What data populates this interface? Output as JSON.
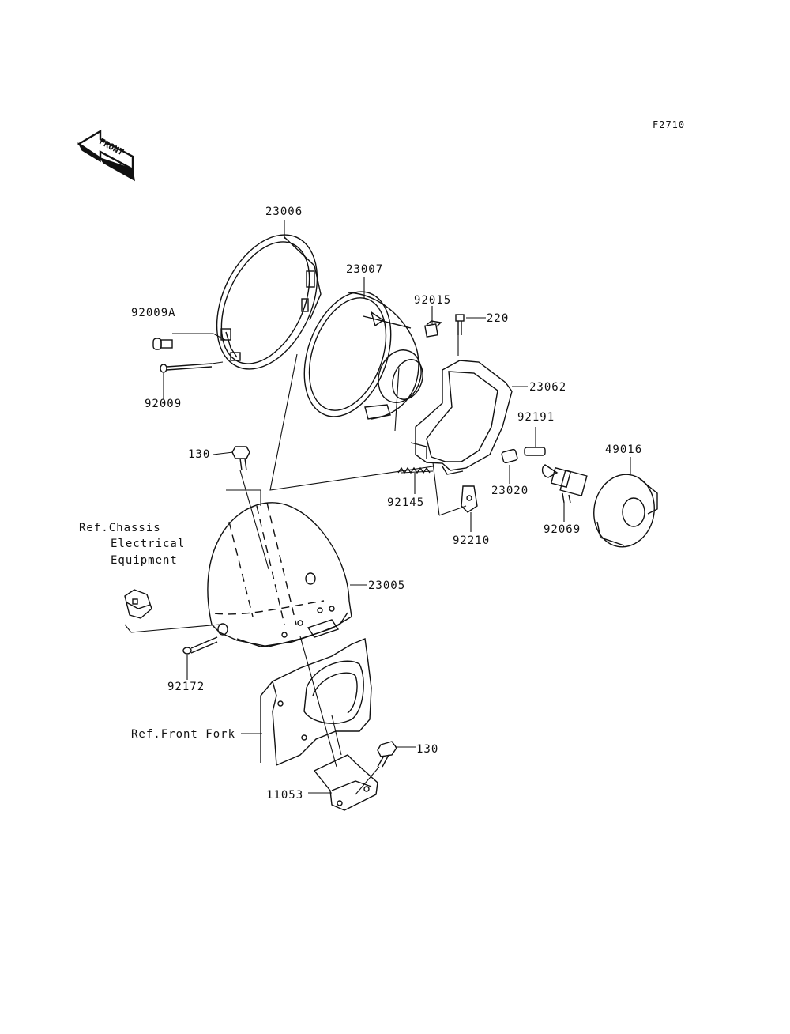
{
  "figure_code": "F2710",
  "front_arrow_text": "FRONT",
  "parts": {
    "p23006": "23006",
    "p23007": "23007",
    "p92015": "92015",
    "p220": "220",
    "p92009A": "92009A",
    "p92009": "92009",
    "p23062": "23062",
    "p92191": "92191",
    "p49016": "49016",
    "p130a": "130",
    "p92145": "92145",
    "p23020": "23020",
    "p92210": "92210",
    "p92069": "92069",
    "p23005": "23005",
    "p92172": "92172",
    "p130b": "130",
    "p11053": "11053"
  },
  "references": {
    "chassis_line1": "Ref.Chassis",
    "chassis_line2": "Electrical",
    "chassis_line3": "Equipment",
    "front_fork": "Ref.Front Fork"
  }
}
